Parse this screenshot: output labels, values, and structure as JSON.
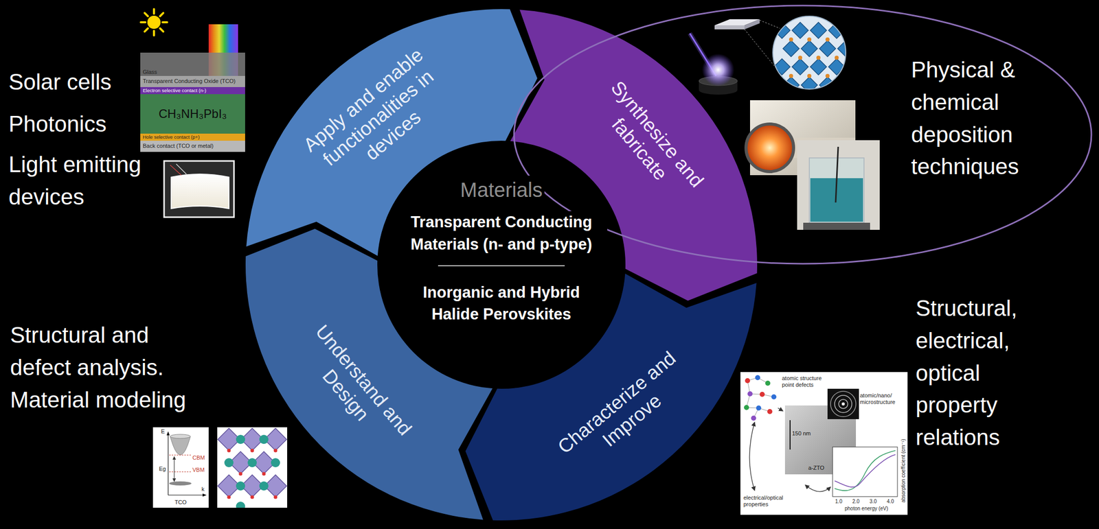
{
  "diagram": {
    "nodes": [
      {
        "text": [
          "Apply and enable functionalities in devices"
        ]
      },
      {
        "text": [
          "Synthesize and fabricate"
        ]
      },
      {
        "text": [
          "Physical & chemical deposition techniques"
        ]
      },
      {
        "text": [
          "Materials",
          "Transparent Conducting Materials (n- and p-type)",
          "Inorganic and Hybrid Halide Perovskites"
        ]
      },
      {
        "text": [
          "Understand and Design"
        ]
      },
      {
        "text": [
          "Characterize and Improve"
        ]
      },
      {
        "text": [
          "Glass"
        ]
      },
      {
        "text": [
          "Transparent Conducting Oxide (TCO)"
        ]
      },
      {
        "text": [
          "Electron selective contact (n-)"
        ]
      },
      {
        "text": [
          "CH₃NH₃PbI₃"
        ]
      },
      {
        "text": [
          "Hole selective contact (p+)"
        ]
      },
      {
        "text": [
          "Back contact (TCO or metal)"
        ]
      }
    ],
    "labels": [
      "Solar cells",
      "Photonics",
      "Light emitting devices",
      "Structural and defect analysis. Material modeling",
      "Structural, electrical, optical property relations",
      "E",
      "CBM",
      "VBM",
      "Eg",
      "TCO",
      "k",
      "atomic structure point defects",
      "atomic/nano/ microstructure",
      "150 nm",
      "a-ZTO",
      "electrical/optical properties",
      "1.0",
      "2.0",
      "3.0",
      "4.0",
      "photon energy (eV)",
      "absorption coefficient (cm⁻¹)"
    ]
  }
}
